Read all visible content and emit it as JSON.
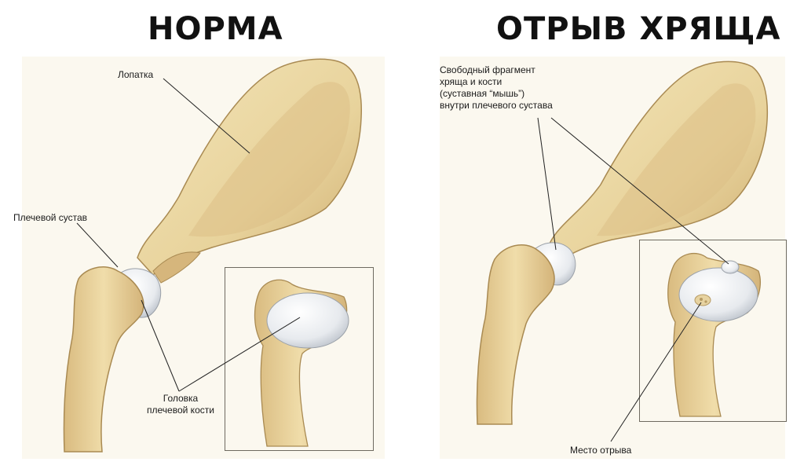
{
  "left_panel": {
    "title": "НОРМА",
    "labels": {
      "scapula": "Лопатка",
      "shoulder_joint": "Плечевой сустав",
      "humeral_head_line1": "Головка",
      "humeral_head_line2": "плечевой кости"
    }
  },
  "right_panel": {
    "title": "ОТРЫВ ХРЯЩА",
    "labels": {
      "fragment_line1": "Свободный фрагмент",
      "fragment_line2": "хряща и кости",
      "fragment_line3": "(суставная “мышь”)",
      "fragment_line4": "внутри плечевого сустава",
      "detachment_site": "Место отрыва"
    }
  },
  "colors": {
    "bone_fill": "#ecd9a5",
    "bone_shadow": "#d2b277",
    "bone_outline": "#a98a52",
    "cartilage": "#eef0f2",
    "cartilage_shadow": "#c9ced6",
    "leader_line": "#222222",
    "background": "#fbf8ef"
  }
}
